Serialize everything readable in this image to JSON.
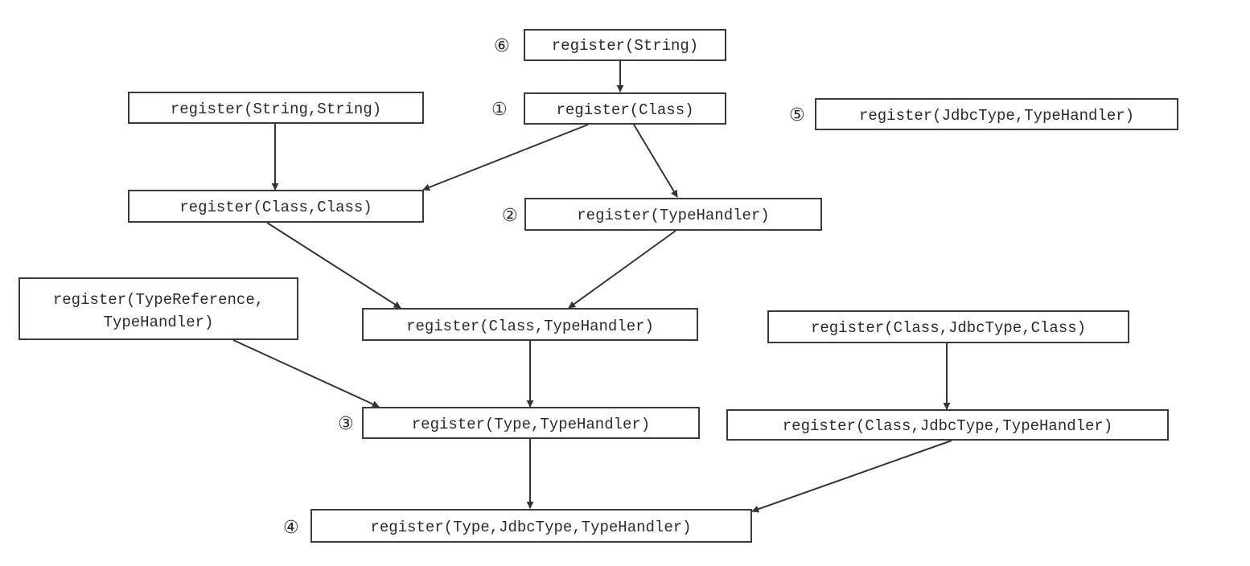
{
  "colors": {
    "stroke": "#3a3a3a",
    "text": "#2a2a2a",
    "background": "#ffffff"
  },
  "nodes": {
    "register_string": {
      "label": "register(String)",
      "marker": "⑥"
    },
    "register_class": {
      "label": "register(Class)",
      "marker": "①"
    },
    "register_string_string": {
      "label": "register(String,String)"
    },
    "register_jdbctype_typehandler": {
      "label": "register(JdbcType,TypeHandler)",
      "marker": "⑤"
    },
    "register_class_class": {
      "label": "register(Class,Class)"
    },
    "register_typehandler": {
      "label": "register(TypeHandler)",
      "marker": "②"
    },
    "register_typereference_typehandler": {
      "line1": "register(TypeReference,",
      "line2": "TypeHandler)"
    },
    "register_class_typehandler": {
      "label": "register(Class,TypeHandler)"
    },
    "register_class_jdbctype_class": {
      "label": "register(Class,JdbcType,Class)"
    },
    "register_type_typehandler": {
      "label": "register(Type,TypeHandler)",
      "marker": "③"
    },
    "register_class_jdbctype_typehandler": {
      "label": "register(Class,JdbcType,TypeHandler)"
    },
    "register_type_jdbctype_typehandler": {
      "label": "register(Type,JdbcType,TypeHandler)",
      "marker": "④"
    }
  },
  "edges": [
    {
      "from": "register_string",
      "to": "register_class"
    },
    {
      "from": "register_class",
      "to": "register_class_class"
    },
    {
      "from": "register_class",
      "to": "register_typehandler"
    },
    {
      "from": "register_string_string",
      "to": "register_class_class"
    },
    {
      "from": "register_class_class",
      "to": "register_class_typehandler"
    },
    {
      "from": "register_typehandler",
      "to": "register_class_typehandler"
    },
    {
      "from": "register_typereference_typehandler",
      "to": "register_type_typehandler"
    },
    {
      "from": "register_class_typehandler",
      "to": "register_type_typehandler"
    },
    {
      "from": "register_class_jdbctype_class",
      "to": "register_class_jdbctype_typehandler"
    },
    {
      "from": "register_type_typehandler",
      "to": "register_type_jdbctype_typehandler"
    },
    {
      "from": "register_class_jdbctype_typehandler",
      "to": "register_type_jdbctype_typehandler"
    }
  ]
}
